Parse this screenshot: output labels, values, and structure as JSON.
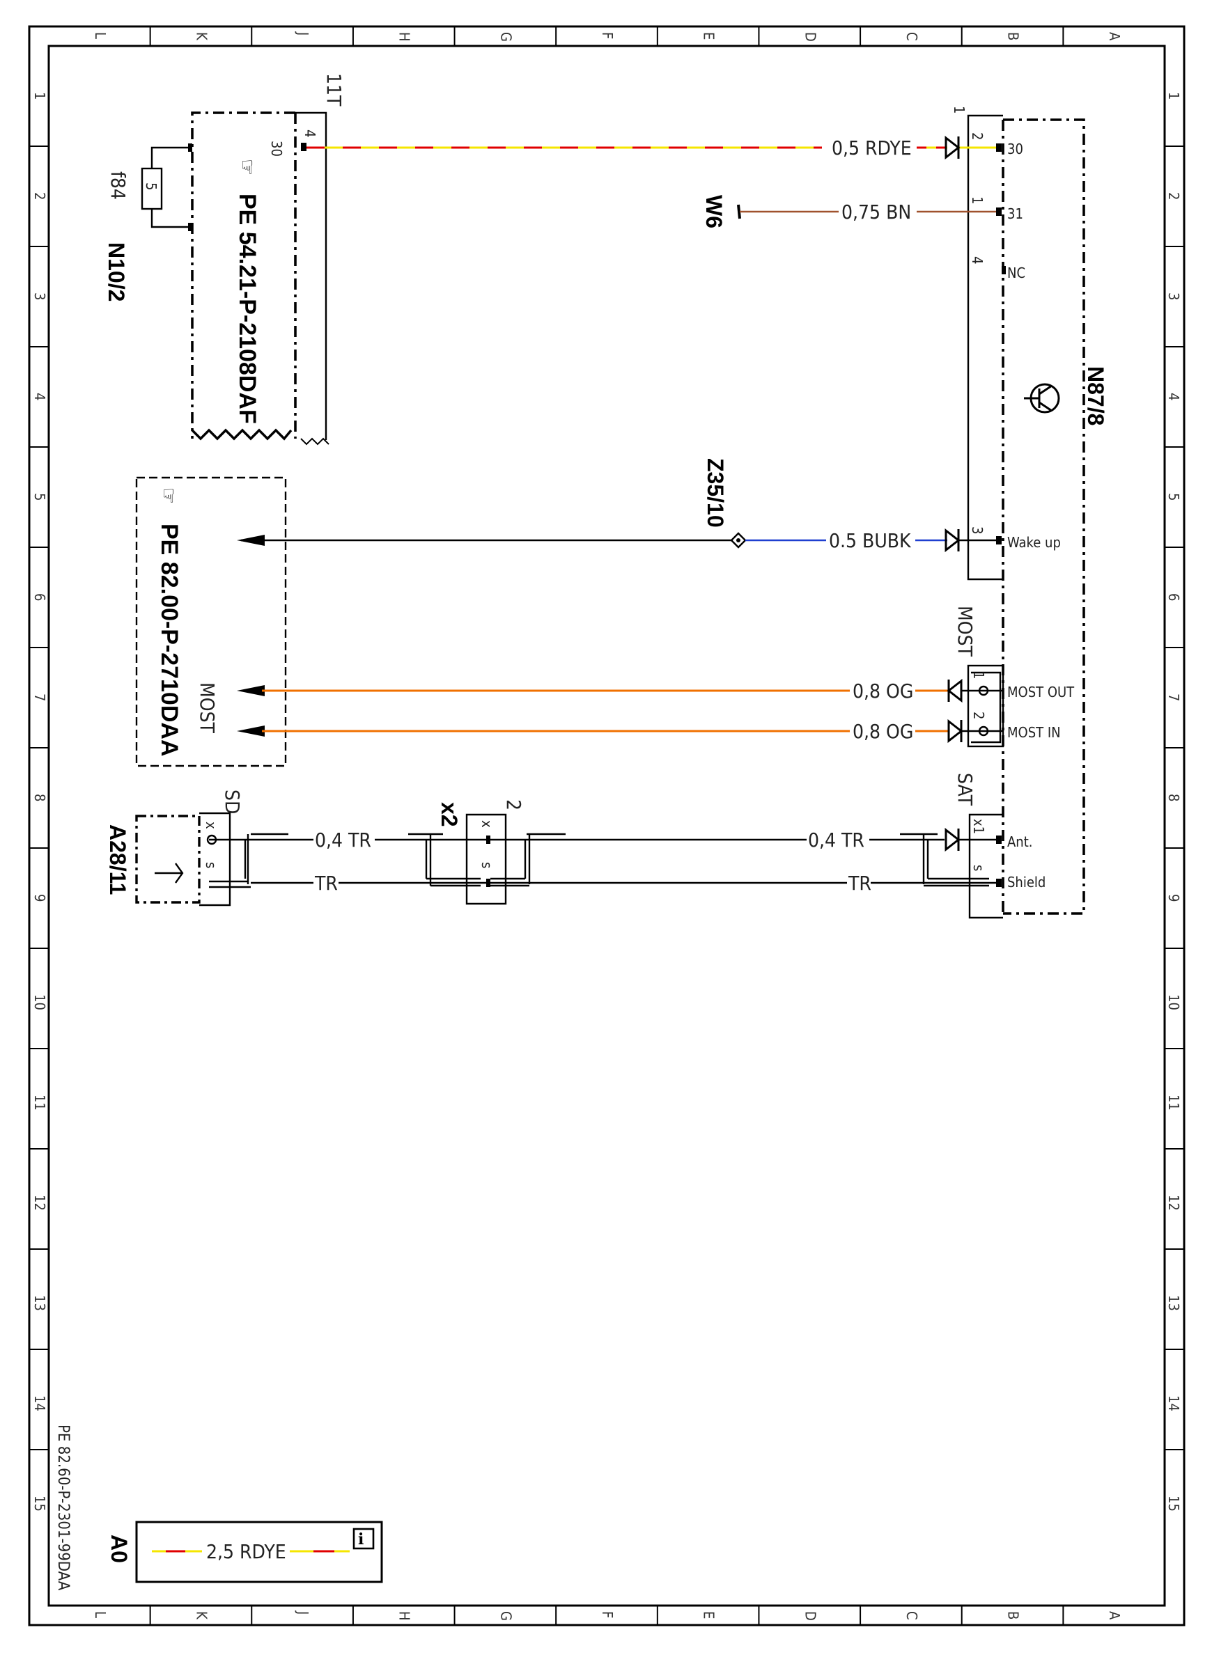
{
  "grid": {
    "letters": [
      "L",
      "K",
      "J",
      "H",
      "G",
      "F",
      "E",
      "D",
      "C",
      "B",
      "A"
    ],
    "numbers": [
      "1",
      "2",
      "3",
      "4",
      "5",
      "6",
      "7",
      "8",
      "9",
      "10",
      "11",
      "12",
      "13",
      "14",
      "15"
    ]
  },
  "components": {
    "n10_2": {
      "name": "N10/2",
      "ref": "PE 54.21-P-2108DAF",
      "fuse": "f84",
      "fuse_value": "5",
      "terminal_top": "4",
      "terminal_sub": "30",
      "tag": "11T"
    },
    "n87_8": {
      "name": "N87/8",
      "conn_no": "1",
      "pins": [
        {
          "no": "2",
          "label": "30"
        },
        {
          "no": "1",
          "label": "31"
        },
        {
          "no": "4",
          "label": "NC"
        },
        {
          "no": "3",
          "label": "Wake up"
        }
      ],
      "most_conn": "MOST",
      "most_pins": [
        {
          "no": "1",
          "label": "MOST OUT"
        },
        {
          "no": "2",
          "label": "MOST IN"
        }
      ],
      "sat_conn": "SAT",
      "sat_pins": [
        {
          "no": "x1",
          "label": "Ant."
        },
        {
          "no": "s",
          "label": "Shield"
        }
      ]
    },
    "ref2": {
      "ref": "PE 82.00-P-2710DAA",
      "most": "MOST"
    },
    "w6": {
      "name": "W6"
    },
    "z35_10": {
      "name": "Z35/10"
    },
    "a28_11": {
      "name": "A28/11",
      "conn": "SD",
      "pin_x": "x",
      "pin_s": "s"
    },
    "x2": {
      "name": "x2",
      "conn_no": "2",
      "pin_x": "x",
      "pin_s": "s"
    }
  },
  "wires": {
    "w30": {
      "label": "0,5 RDYE",
      "color": "#e00000",
      "color2": "#f5e600"
    },
    "w31": {
      "label": "0,75 BN",
      "color": "#a0522d"
    },
    "wake": {
      "label": "0.5 BUBK",
      "color": "#1f3fd0"
    },
    "most_out": {
      "label": "0,8 OG",
      "color": "#f07000"
    },
    "most_in": {
      "label": "0,8 OG",
      "color": "#f07000"
    },
    "ant_left": {
      "label": "0,4 TR"
    },
    "ant_right": {
      "label": "0,4 TR"
    },
    "shield_left": {
      "label": "TR"
    },
    "shield_right": {
      "label": "TR"
    }
  },
  "footer": {
    "doc_ref": "PE 82.60-P-2301-99DAA",
    "sheet": "A0",
    "legend_label": "2,5 RDYE",
    "info_icon": "info-icon"
  }
}
